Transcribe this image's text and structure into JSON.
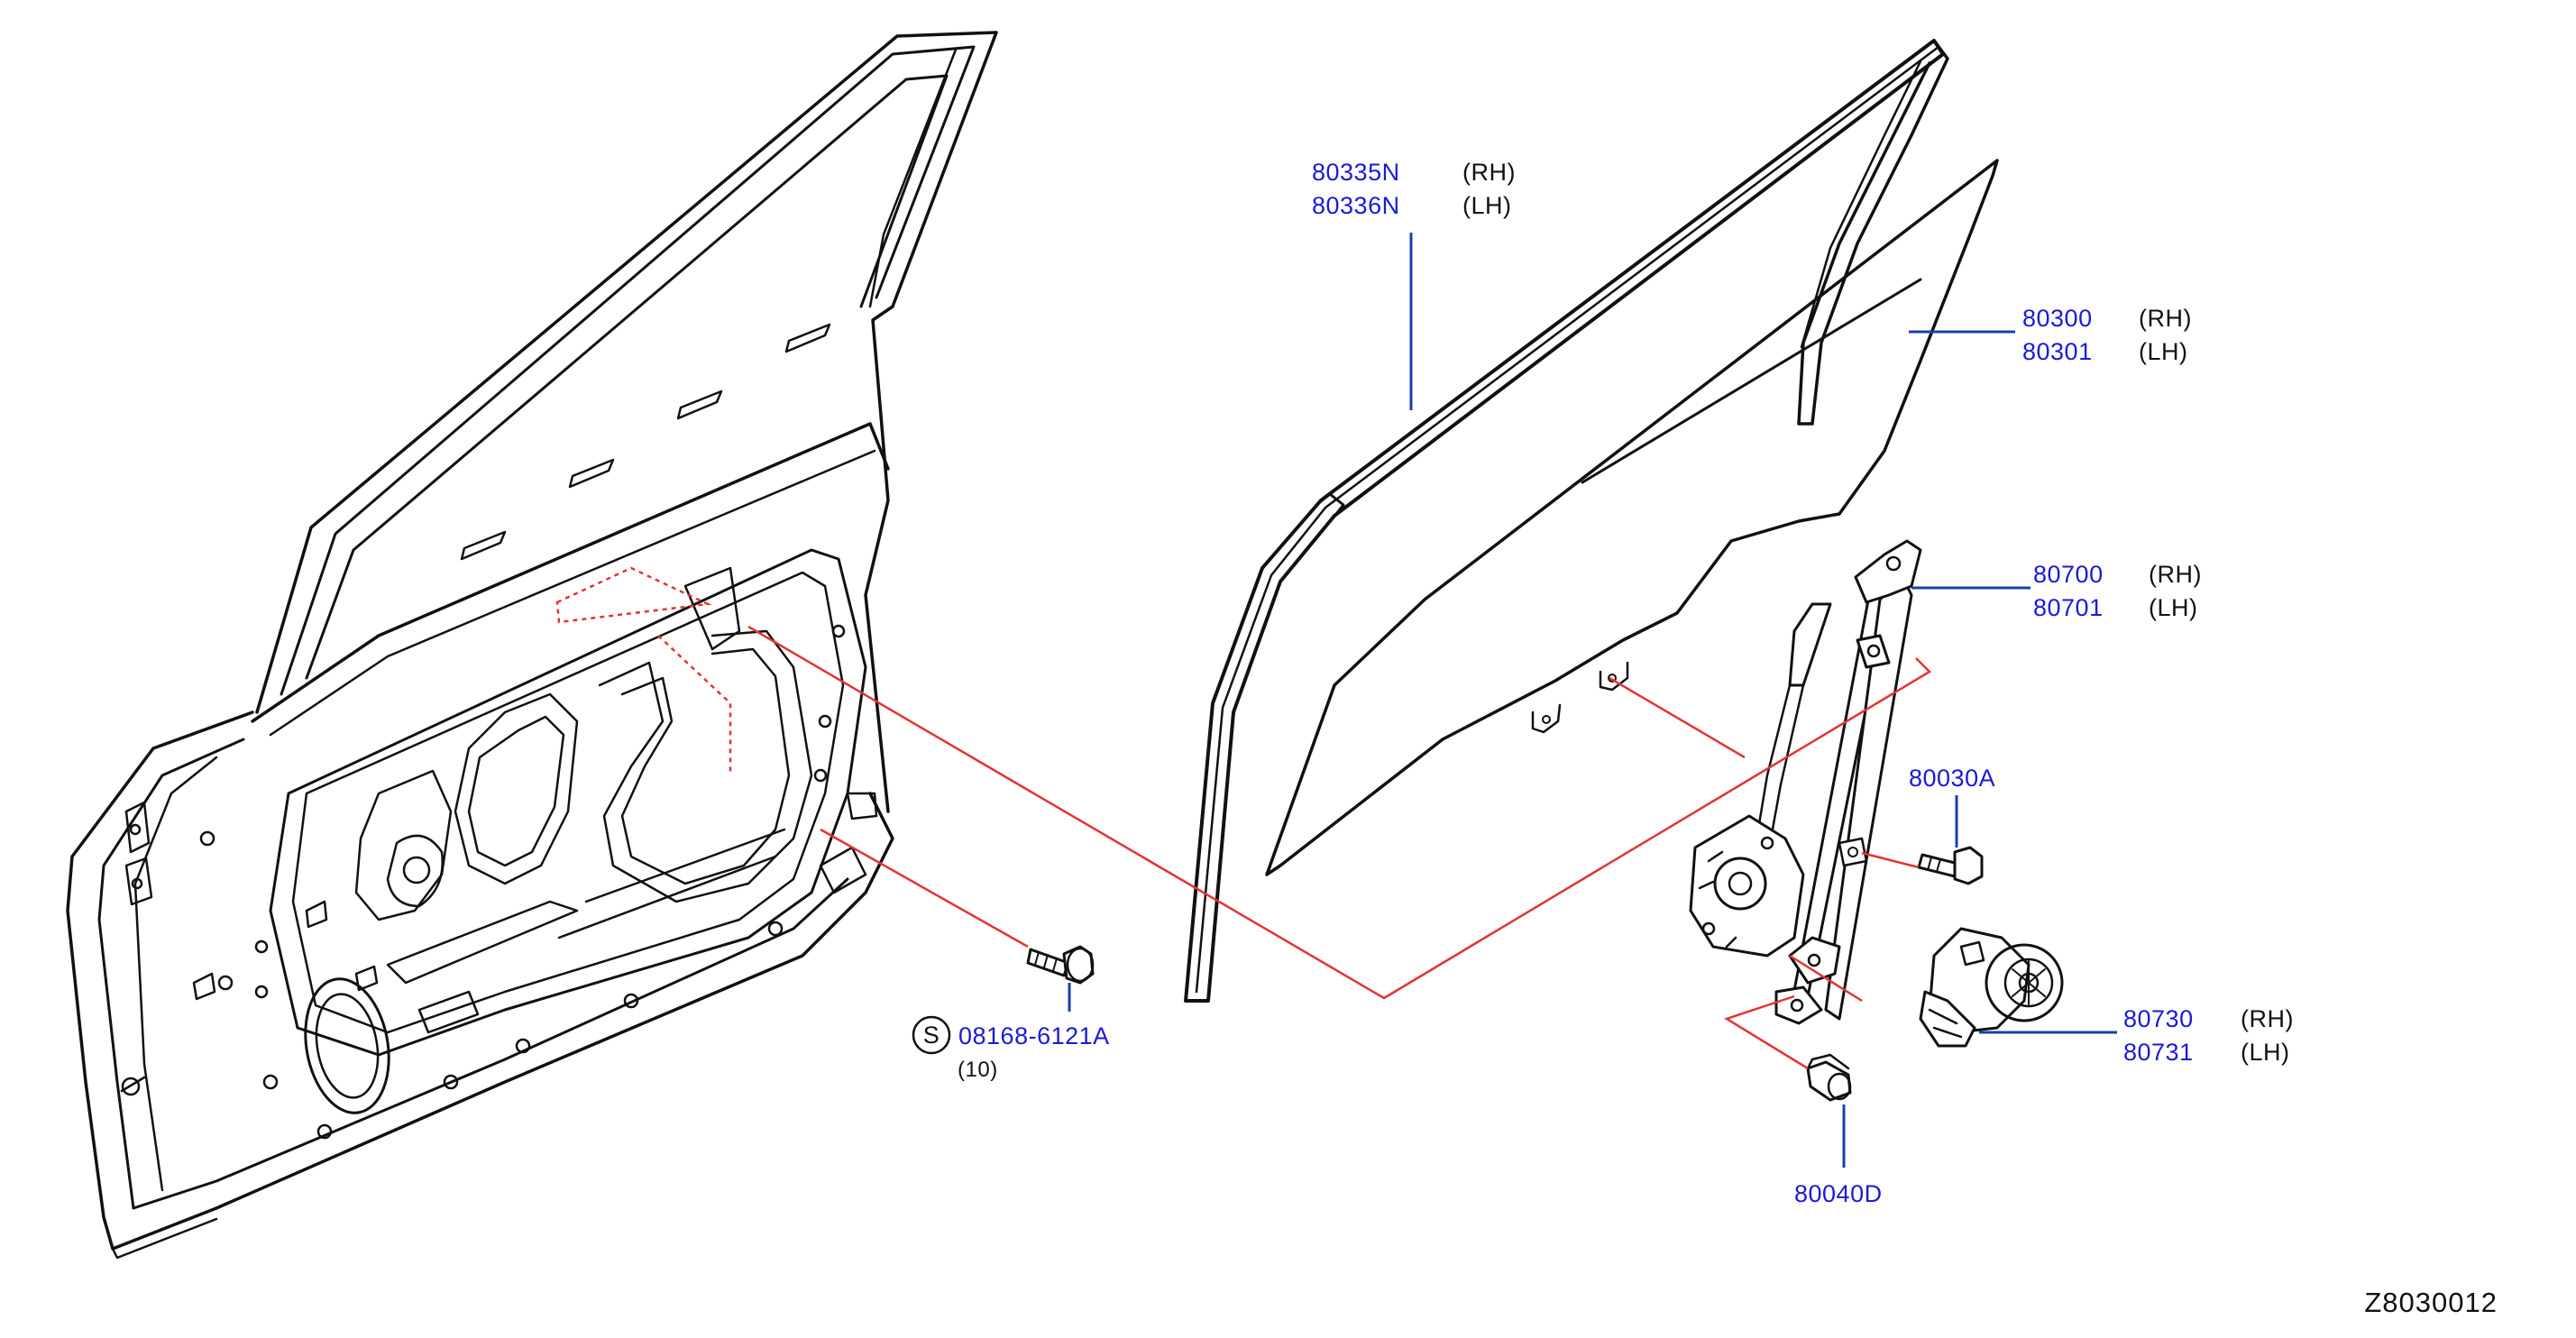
{
  "diagram_code": "Z8030012",
  "callouts": {
    "channel": {
      "parts": [
        "80335N",
        "80336N"
      ],
      "sides": [
        "(RH)",
        "(LH)"
      ]
    },
    "glass": {
      "parts": [
        "80300",
        "80301"
      ],
      "sides": [
        "(RH)",
        "(LH)"
      ]
    },
    "regulator": {
      "parts": [
        "80700",
        "80701"
      ],
      "sides": [
        "(RH)",
        "(LH)"
      ]
    },
    "bolt_a": {
      "part": "80030A"
    },
    "motor": {
      "parts": [
        "80730",
        "80731"
      ],
      "sides": [
        "(RH)",
        "(LH)"
      ]
    },
    "bolt_d": {
      "part": "80040D"
    },
    "std_bolt": {
      "symbol": "S",
      "part": "08168-6121A",
      "qty": "(10)"
    }
  }
}
